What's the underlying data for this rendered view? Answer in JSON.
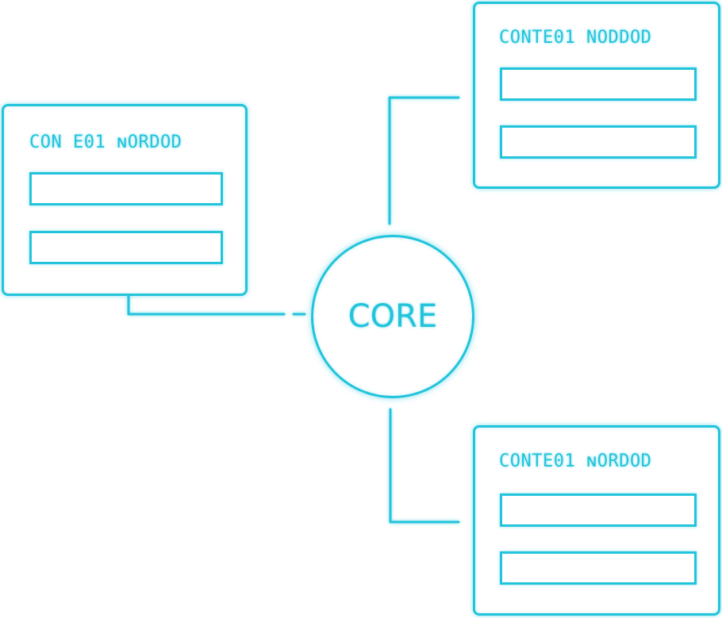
{
  "theme": {
    "accent": "#22c4dc",
    "background": "#ffffff"
  },
  "core": {
    "label": "CORE"
  },
  "nodes": [
    {
      "title": "CON E01 ɴORDOD"
    },
    {
      "title": "CONTE01 NODDOD"
    },
    {
      "title": "CONTE01 ɴORDOD"
    }
  ]
}
